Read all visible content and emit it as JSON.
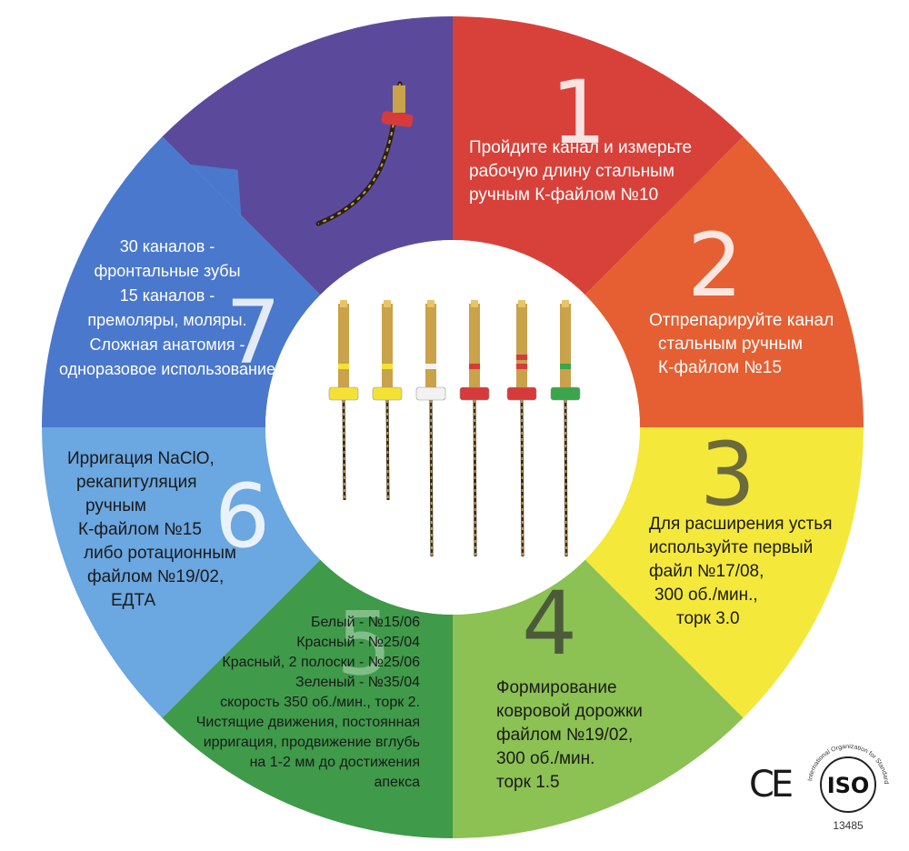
{
  "steps": [
    {
      "number": "1",
      "color": "#d8413a",
      "lines": [
        "Пройдите канал и измерьте",
        "рабочую длину стальным",
        "ручным К-файлом №10"
      ]
    },
    {
      "number": "2",
      "color": "#e55f32",
      "lines": [
        "Отпрепарируйте канал",
        "стальным ручным",
        "К-файлом №15"
      ]
    },
    {
      "number": "3",
      "color": "#f4e83a",
      "lines": [
        "Для расширения устья",
        "используйте первый",
        "файл №17/08,",
        "300 об./мин.,",
        "торк 3.0"
      ]
    },
    {
      "number": "4",
      "color": "#8cc153",
      "lines": [
        "Формирование",
        "ковровой дорожки",
        "файлом №19/02,",
        "300 об./мин.",
        "торк 1.5"
      ]
    },
    {
      "number": "5",
      "color": "#3f9a4a",
      "lines": [
        "Белый - №15/06",
        "Красный - №25/04",
        "Красный, 2 полоски - №25/06",
        "Зеленый - №35/04",
        "скорость 350 об./мин., торк 2.",
        "Чистящие движения, постоянная",
        "ирригация, продвижение вглубь",
        "на 1-2 мм до достижения",
        "апекса"
      ]
    },
    {
      "number": "6",
      "color": "#6ba7e0",
      "lines": [
        "Ирригация NaClO,",
        "рекапитуляция",
        "ручным",
        "К-файлом №15",
        "либо ротационным",
        "файлом №19/02,",
        "ЕДТА"
      ]
    },
    {
      "number": "7",
      "color": "#4a78cc",
      "lines": [
        "30 каналов -",
        "фронтальные зубы",
        "15 каналов -",
        "премоляры, моляры.",
        "Сложная анатомия -",
        "одноразовое использование"
      ]
    }
  ],
  "top_segment_color": "#5b4a9c",
  "files": [
    {
      "ring": "yellow",
      "ring_color": "#f3e234",
      "stripes": 1
    },
    {
      "ring": "yellow",
      "ring_color": "#f3e234",
      "stripes": 1
    },
    {
      "ring": "white",
      "ring_color": "#f2f2f2",
      "stripes": 1
    },
    {
      "ring": "red",
      "ring_color": "#d63a3a",
      "stripes": 1
    },
    {
      "ring": "red-2",
      "ring_color": "#d63a3a",
      "stripes": 2
    },
    {
      "ring": "green",
      "ring_color": "#3aa54a",
      "stripes": 1
    }
  ],
  "certifications": {
    "ce": "CE",
    "iso": "ISO",
    "iso_ring_text": "International Organization for Standardization",
    "iso_code": "13485"
  }
}
